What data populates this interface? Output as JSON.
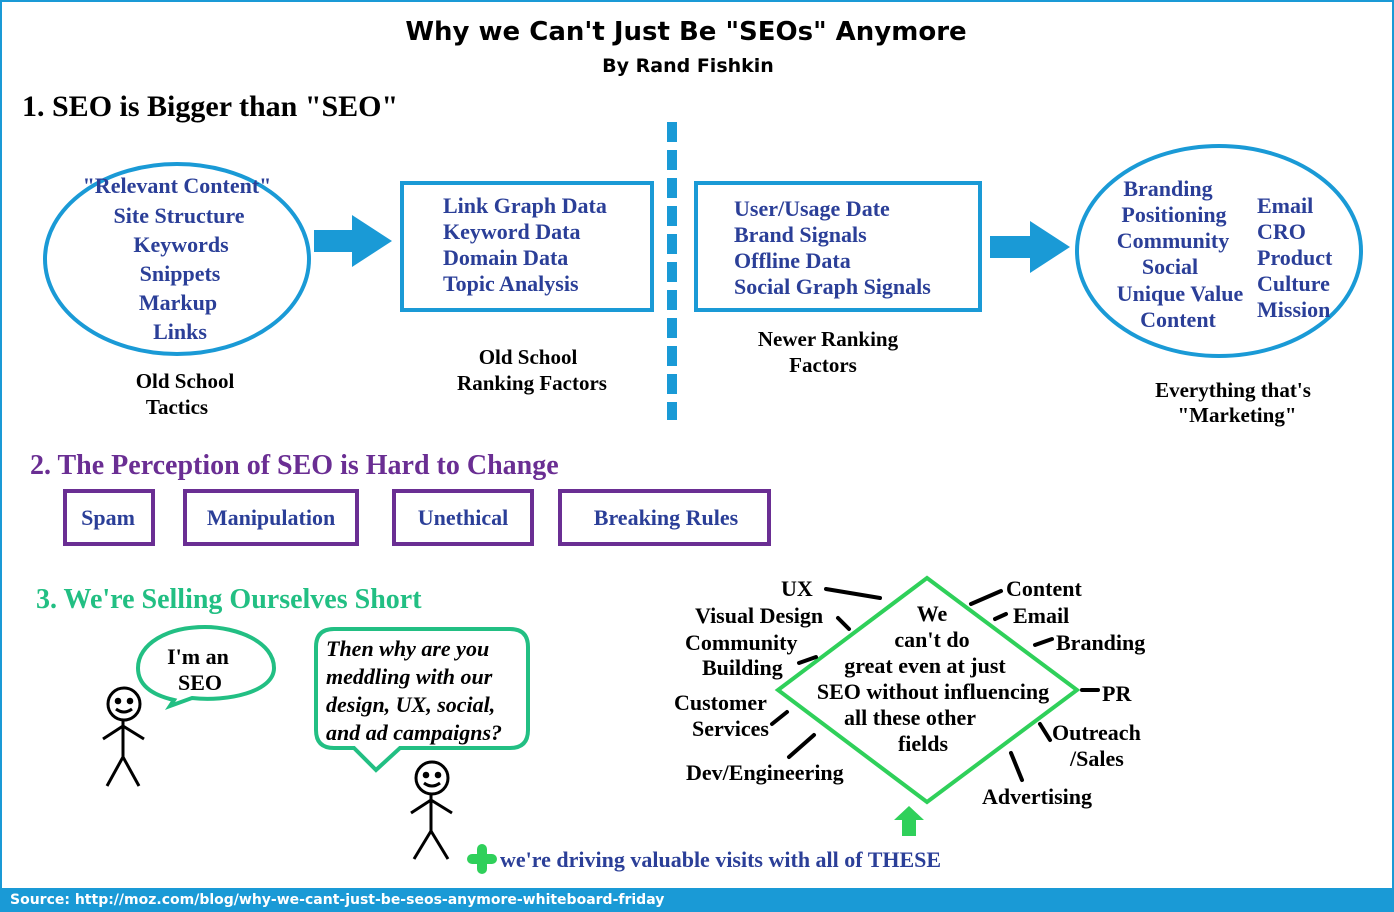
{
  "title": "Why we Can't Just Be \"SEOs\" Anymore",
  "byline": "By Rand Fishkin",
  "colors": {
    "blue": "#1a9ad6",
    "navy": "#2b3f98",
    "purple": "#6a2e93",
    "green": "#22bf83",
    "bright_green": "#2fd05a",
    "black": "#000000"
  },
  "section1": {
    "heading": "1. SEO is Bigger than \"SEO\"",
    "old_tactics": {
      "items": [
        "\"Relevant Content\"",
        "Site Structure",
        "Keywords",
        "Snippets",
        "Markup",
        "Links"
      ],
      "caption": [
        "Old School",
        "Tactics"
      ]
    },
    "old_factors": {
      "items": [
        "Link Graph Data",
        "Keyword Data",
        "Domain Data",
        "Topic Analysis"
      ],
      "caption": [
        "Old School",
        "Ranking Factors"
      ]
    },
    "newer_factors": {
      "items": [
        "User/Usage Date",
        "Brand Signals",
        "Offline Data",
        "Social Graph Signals"
      ],
      "caption": [
        "Newer Ranking",
        "Factors"
      ]
    },
    "marketing": {
      "left_items": [
        "Branding",
        "Positioning",
        "Community",
        "Social",
        "Unique Value",
        "Content"
      ],
      "right_items": [
        "Email",
        "CRO",
        "Product",
        "Culture",
        "Mission"
      ],
      "caption": [
        "Everything that's",
        "\"Marketing\""
      ]
    }
  },
  "section2": {
    "heading": "2. The Perception of SEO is Hard to Change",
    "boxes": [
      "Spam",
      "Manipulation",
      "Unethical",
      "Breaking Rules"
    ]
  },
  "section3": {
    "heading": "3. We're Selling Ourselves Short",
    "bubble1": [
      "I'm an",
      "SEO"
    ],
    "bubble2": [
      "Then why are you",
      "meddling with our",
      "design, UX, social,",
      "and ad campaigns?"
    ],
    "diamond": [
      "We",
      "can't do",
      "great even at just",
      "SEO without influencing",
      "all these other",
      "fields"
    ],
    "fields": {
      "ux": "UX",
      "visual_design": "Visual Design",
      "community_building": [
        "Community",
        "Building"
      ],
      "customer_services": [
        "Customer",
        "Services"
      ],
      "dev_engineering": "Dev/Engineering",
      "content": "Content",
      "email": "Email",
      "branding": "Branding",
      "pr": "PR",
      "outreach_sales": [
        "Outreach",
        "/Sales"
      ],
      "advertising": "Advertising"
    },
    "plus_note": "we're driving valuable visits with all of THESE"
  },
  "footer": {
    "source": "Source: http://moz.com/blog/why-we-cant-just-be-seos-anymore-whiteboard-friday"
  }
}
